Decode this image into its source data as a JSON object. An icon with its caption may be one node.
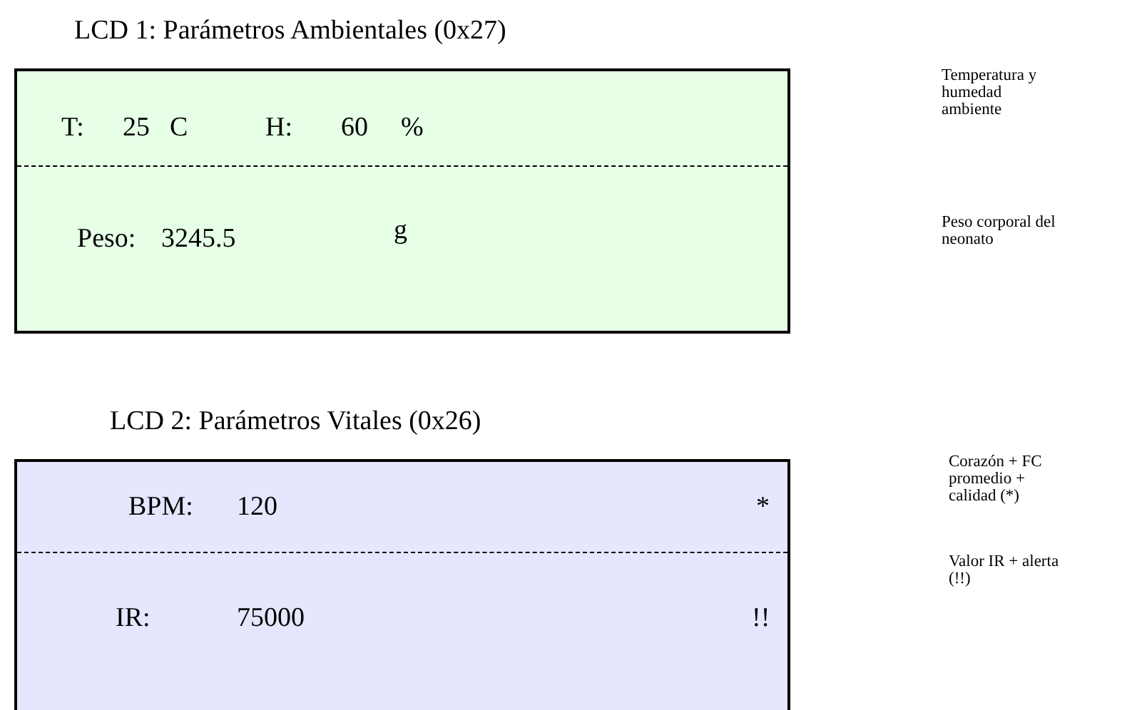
{
  "diagram": {
    "nodes": [
      {
        "text": [
          "LCD 1: Parámetros Ambientales (0x27)",
          "T:",
          "25",
          "C",
          "H:",
          "60",
          "%",
          "Peso:",
          "3245.5",
          "g"
        ]
      },
      {
        "text": [
          "LCD 2: Parámetros Vitales (0x26)",
          "BPM:",
          "120",
          "*",
          "IR:",
          "75000",
          "!!"
        ]
      }
    ],
    "labels": [
      "Temperatura y humedad ambiente",
      "Peso corporal del neonato",
      "Corazón + FC promedio + calidad (*)",
      "Valor IR + alerta (!!)"
    ]
  }
}
